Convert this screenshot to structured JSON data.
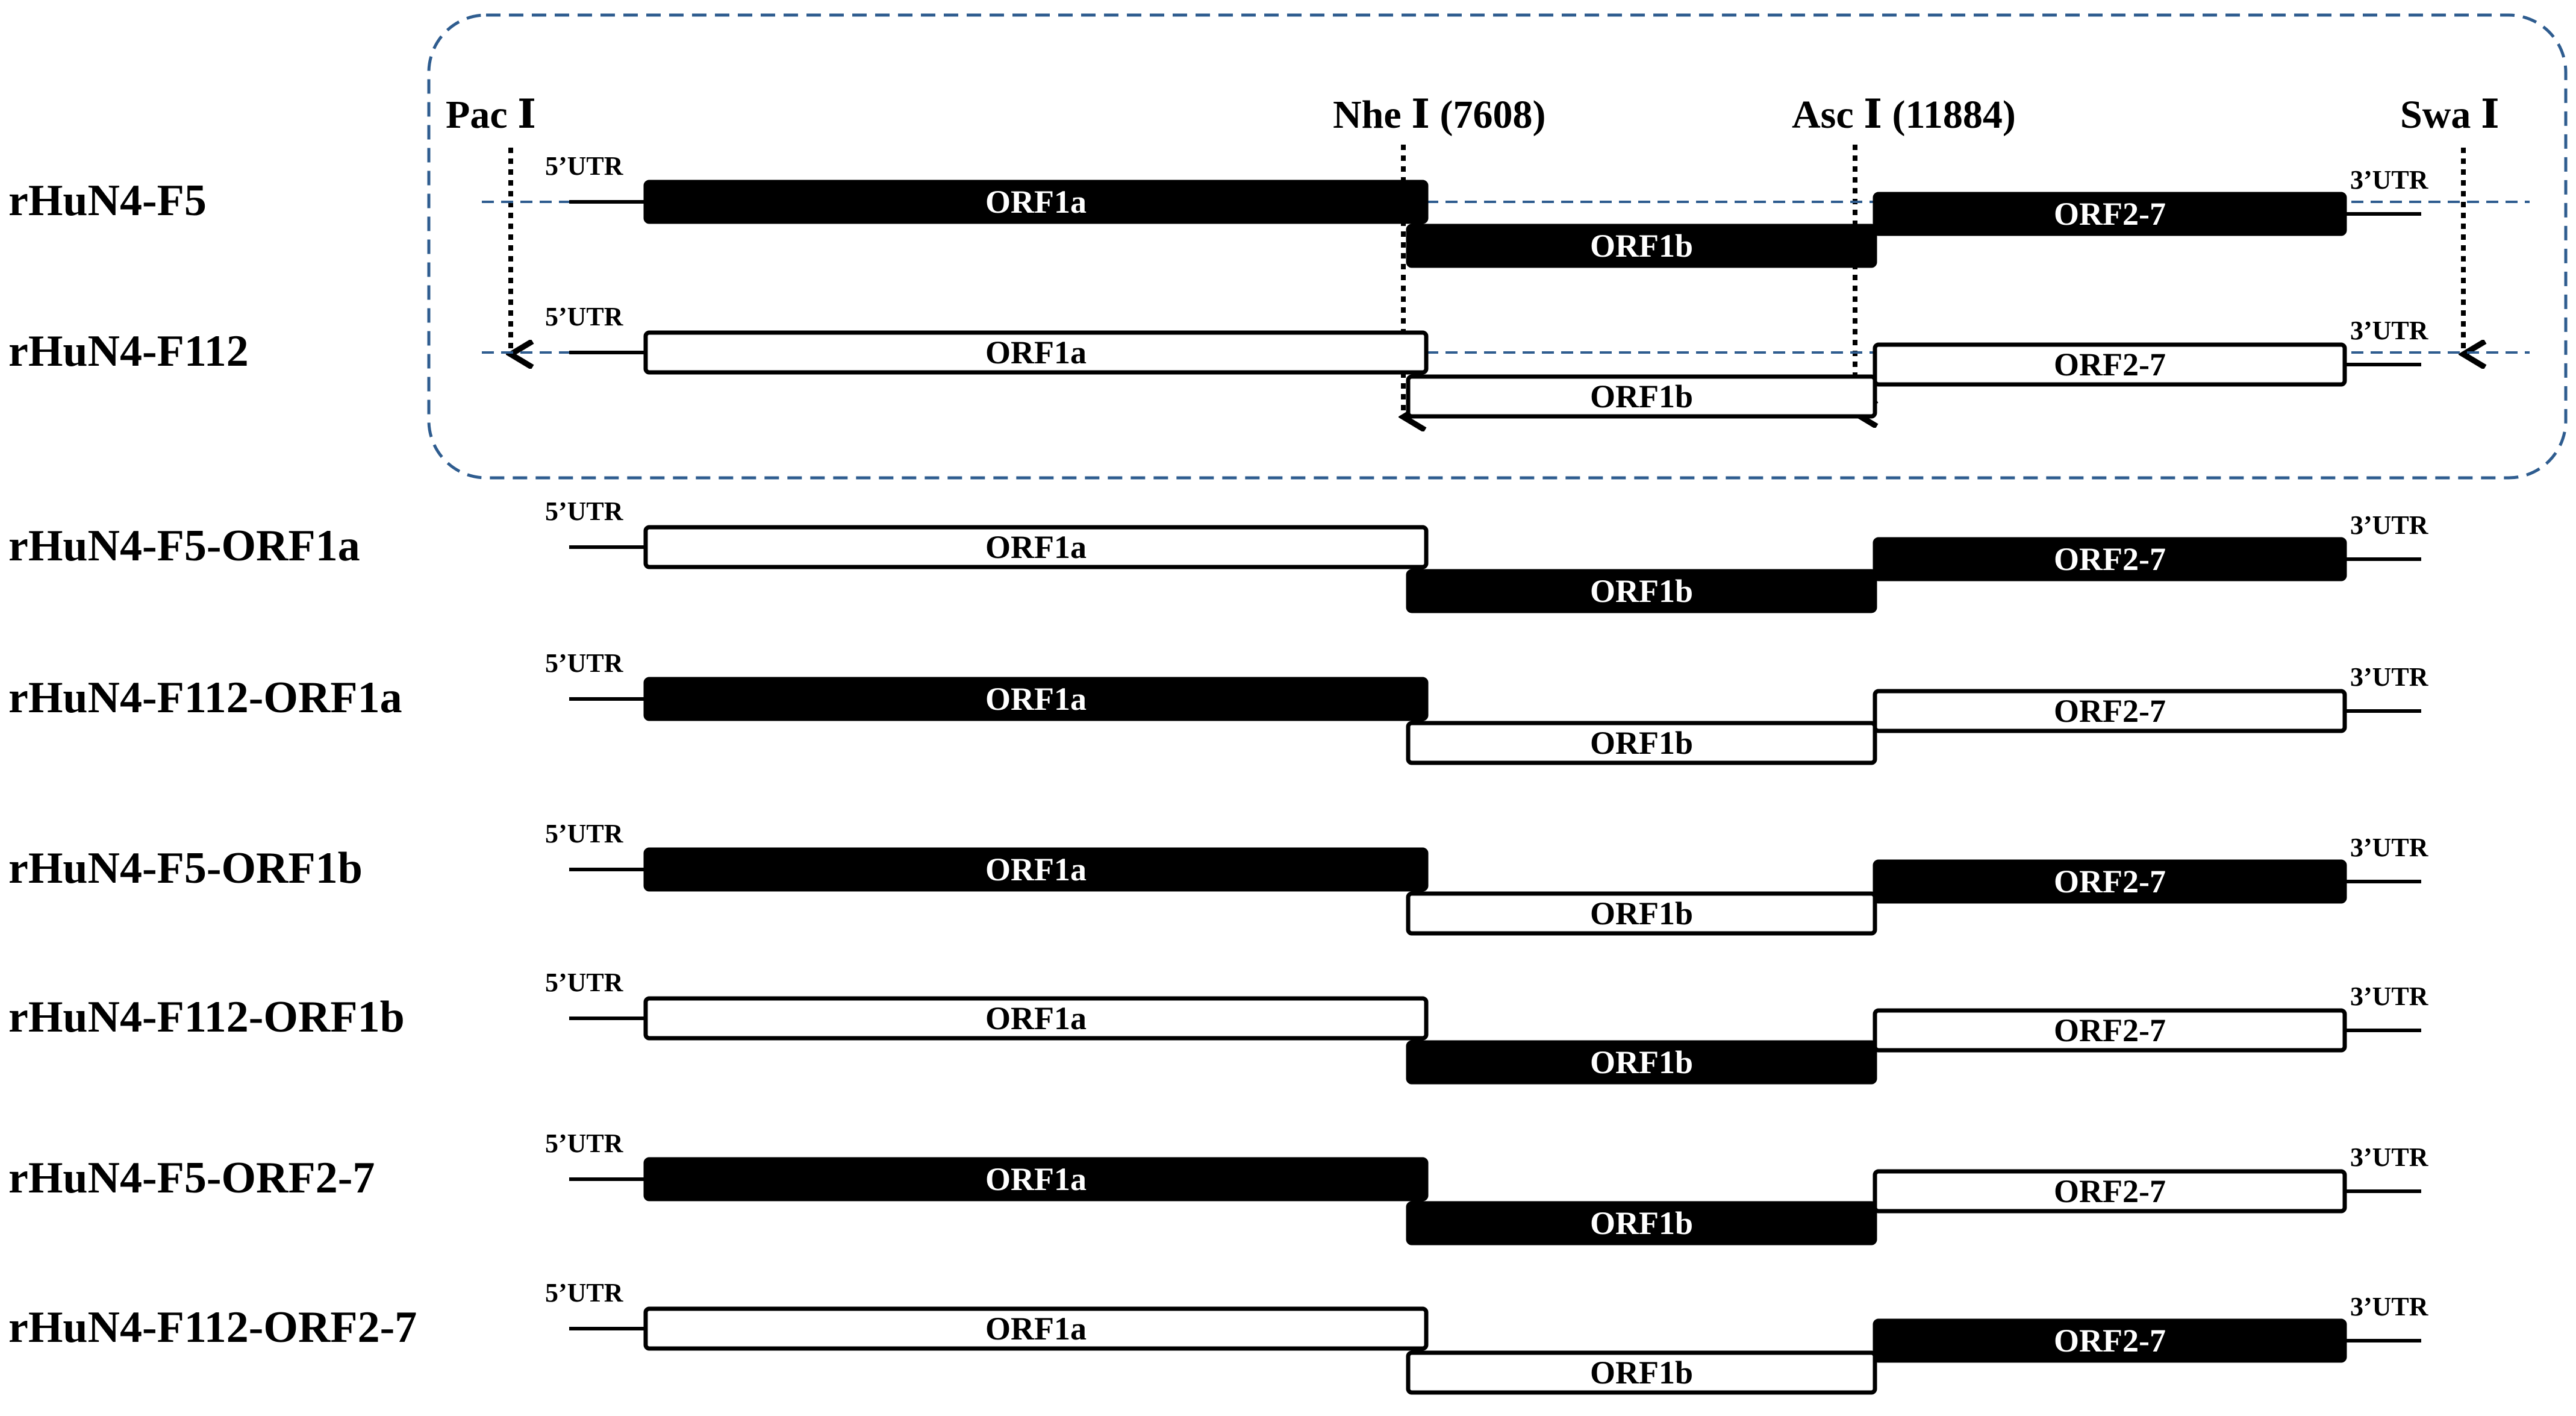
{
  "site_labels": {
    "pac": "Pac Ⅰ",
    "nhe": "Nhe Ⅰ (7608)",
    "asc": "Asc Ⅰ (11884)",
    "swa": "Swa Ⅰ"
  },
  "utr_labels": {
    "five": "5’UTR",
    "three": "3’UTR"
  },
  "colors": {
    "parent_f5": "#000000",
    "parent_f112": "#ffffff",
    "dashed_box": "#2e5c8f",
    "text": "#000000"
  },
  "constructs": [
    {
      "name": "rHuN4-F5",
      "segments": [
        {
          "label": "ORF1a",
          "source": "F5"
        },
        {
          "label": "ORF1b",
          "source": "F5"
        },
        {
          "label": "ORF2-7",
          "source": "F5"
        }
      ]
    },
    {
      "name": "rHuN4-F112",
      "segments": [
        {
          "label": "ORF1a",
          "source": "F112"
        },
        {
          "label": "ORF1b",
          "source": "F112"
        },
        {
          "label": "ORF2-7",
          "source": "F112"
        }
      ]
    },
    {
      "name": "rHuN4-F5-ORF1a",
      "segments": [
        {
          "label": "ORF1a",
          "source": "F112"
        },
        {
          "label": "ORF1b",
          "source": "F5"
        },
        {
          "label": "ORF2-7",
          "source": "F5"
        }
      ]
    },
    {
      "name": "rHuN4-F112-ORF1a",
      "segments": [
        {
          "label": "ORF1a",
          "source": "F5"
        },
        {
          "label": "ORF1b",
          "source": "F112"
        },
        {
          "label": "ORF2-7",
          "source": "F112"
        }
      ]
    },
    {
      "name": "rHuN4-F5-ORF1b",
      "segments": [
        {
          "label": "ORF1a",
          "source": "F5"
        },
        {
          "label": "ORF1b",
          "source": "F112"
        },
        {
          "label": "ORF2-7",
          "source": "F5"
        }
      ]
    },
    {
      "name": "rHuN4-F112-ORF1b",
      "segments": [
        {
          "label": "ORF1a",
          "source": "F112"
        },
        {
          "label": "ORF1b",
          "source": "F5"
        },
        {
          "label": "ORF2-7",
          "source": "F112"
        }
      ]
    },
    {
      "name": "rHuN4-F5-ORF2-7",
      "segments": [
        {
          "label": "ORF1a",
          "source": "F5"
        },
        {
          "label": "ORF1b",
          "source": "F5"
        },
        {
          "label": "ORF2-7",
          "source": "F112"
        }
      ]
    },
    {
      "name": "rHuN4-F112-ORF2-7",
      "segments": [
        {
          "label": "ORF1a",
          "source": "F112"
        },
        {
          "label": "ORF1b",
          "source": "F112"
        },
        {
          "label": "ORF2-7",
          "source": "F5"
        }
      ]
    }
  ]
}
